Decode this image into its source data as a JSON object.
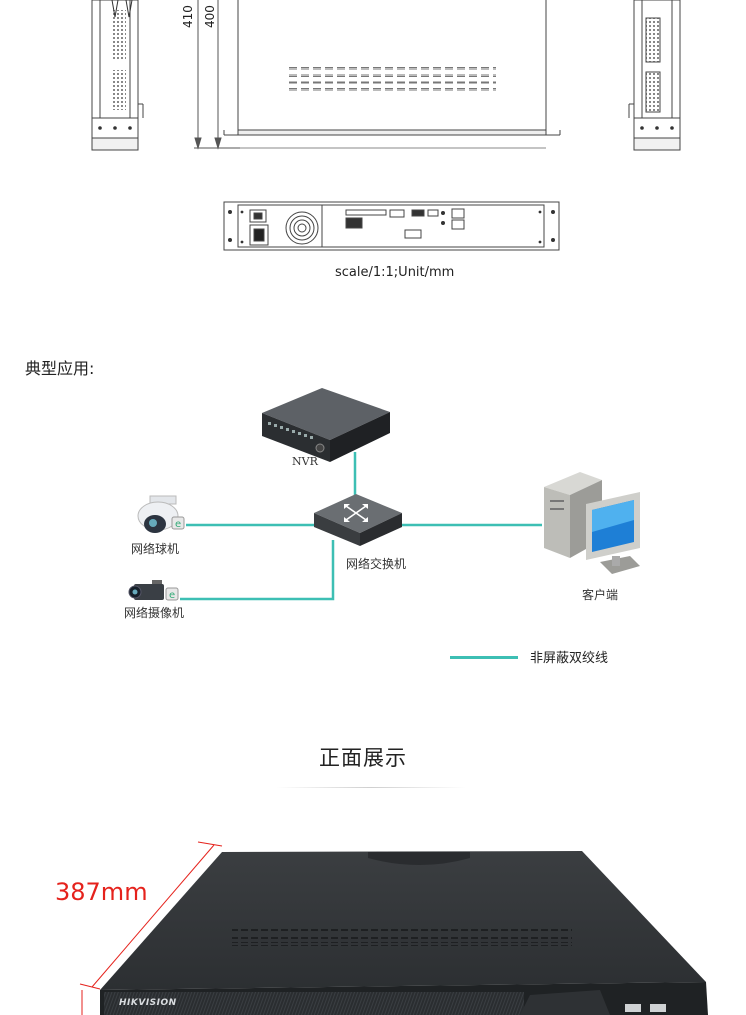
{
  "drawing": {
    "dim_410": "410",
    "dim_400": "400",
    "caption": "scale/1:1;Unit/mm"
  },
  "section_typical": {
    "heading": "典型应用:"
  },
  "diagram": {
    "nvr_label": "NVR",
    "ball_camera_label": "网络球机",
    "switch_label": "网络交换机",
    "box_camera_label": "网络摄像机",
    "client_label": "客户端",
    "legend_label": "非屏蔽双绞线",
    "line_color": "#3dbfb4"
  },
  "section_front": {
    "heading": "正面展示",
    "dimension_label": "387mm",
    "dimension_color": "#e5221c",
    "brand": "HIKVISION"
  }
}
